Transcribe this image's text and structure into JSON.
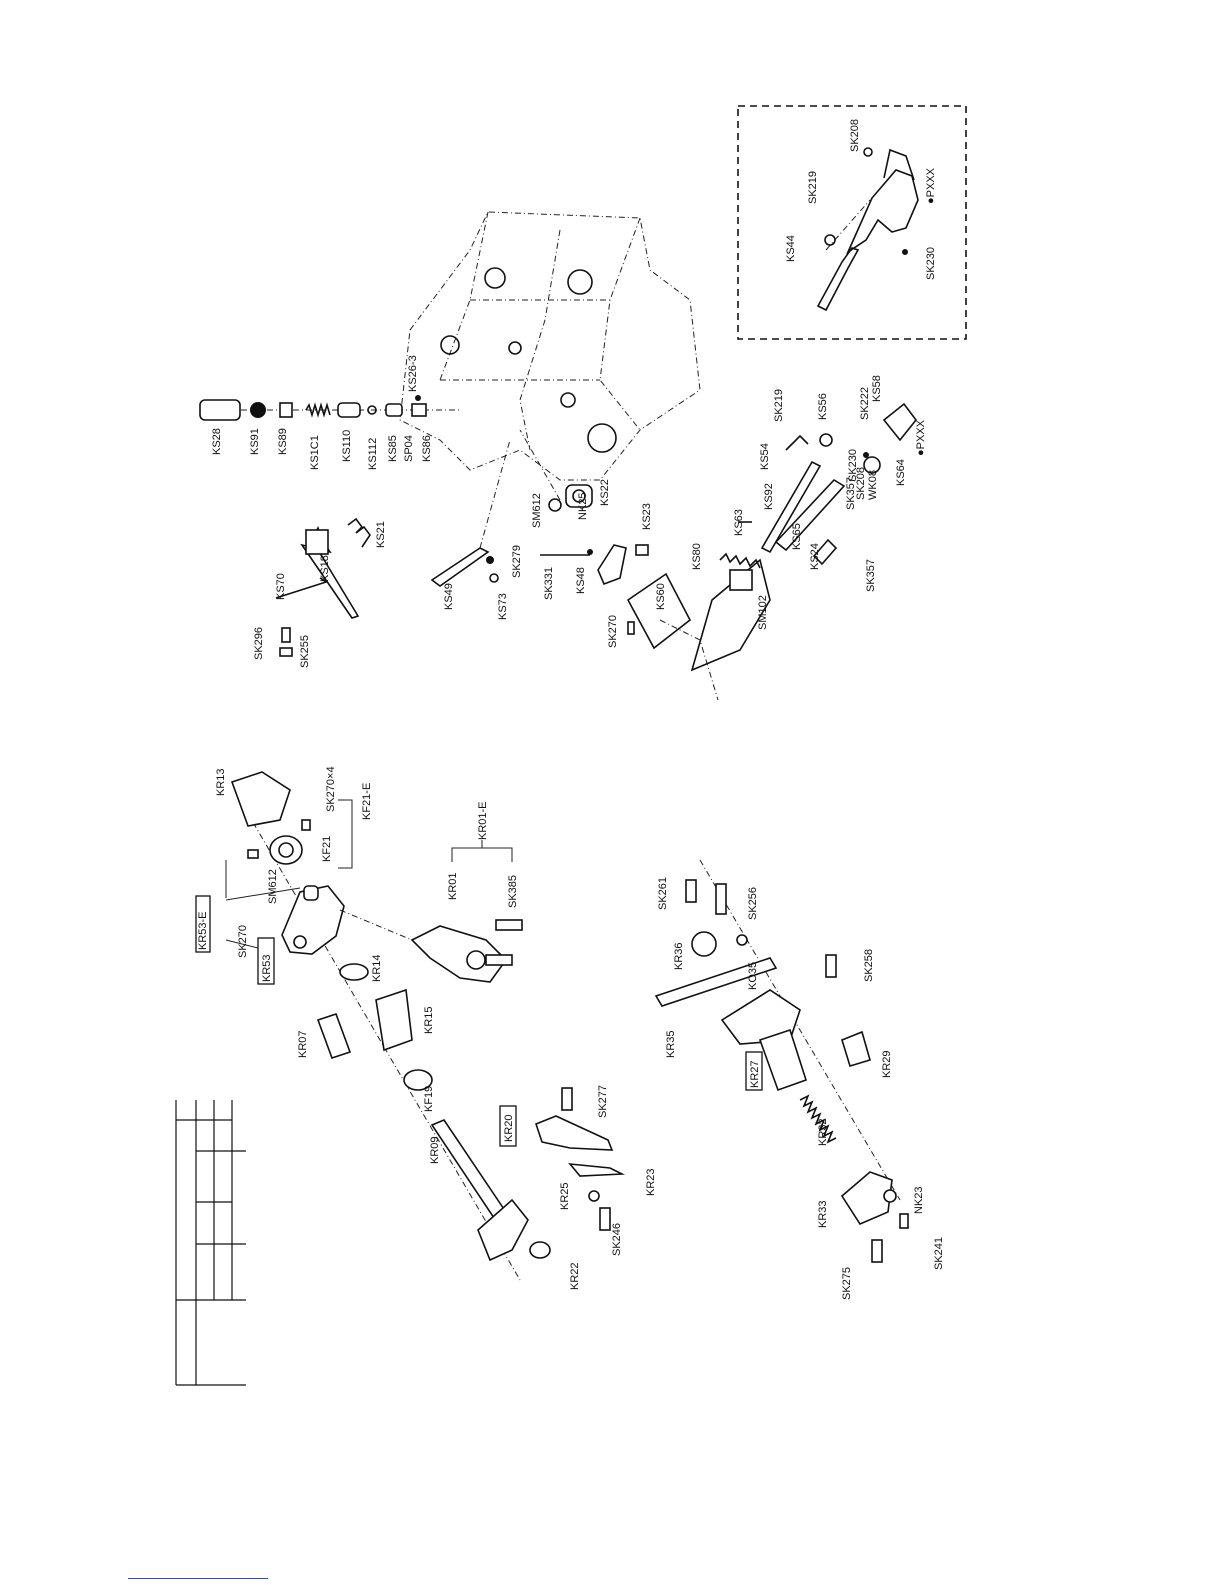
{
  "parts": [
    {
      "id": "ks28",
      "label": "KS28"
    },
    {
      "id": "ks91",
      "label": "KS91"
    },
    {
      "id": "ks89",
      "label": "KS89"
    },
    {
      "id": "ks101",
      "label": "KS1C1"
    },
    {
      "id": "ks110",
      "label": "KS110"
    },
    {
      "id": "ks112",
      "label": "KS112"
    },
    {
      "id": "ks85",
      "label": "KS85"
    },
    {
      "id": "sp04",
      "label": "SP04"
    },
    {
      "id": "ks86",
      "label": "KS86"
    },
    {
      "id": "ks26-3",
      "label": "KS26-3"
    },
    {
      "id": "ks21",
      "label": "KS21"
    },
    {
      "id": "ks18",
      "label": "KS18"
    },
    {
      "id": "ks70",
      "label": "KS70"
    },
    {
      "id": "sk296",
      "label": "SK296"
    },
    {
      "id": "sk255",
      "label": "SK255"
    },
    {
      "id": "ks49",
      "label": "KS49"
    },
    {
      "id": "ks73",
      "label": "KS73"
    },
    {
      "id": "sk279",
      "label": "SK279"
    },
    {
      "id": "sm612-upper",
      "label": "SM612"
    },
    {
      "id": "nk25",
      "label": "NK25"
    },
    {
      "id": "ks22",
      "label": "KS22"
    },
    {
      "id": "sk331",
      "label": "SK331"
    },
    {
      "id": "ks48",
      "label": "KS48"
    },
    {
      "id": "ks23",
      "label": "KS23"
    },
    {
      "id": "sk270-upper",
      "label": "SK270"
    },
    {
      "id": "ks60",
      "label": "KS60"
    },
    {
      "id": "ks80",
      "label": "KS80"
    },
    {
      "id": "ks63",
      "label": "KS63"
    },
    {
      "id": "sm102",
      "label": "SM102"
    },
    {
      "id": "ks92",
      "label": "KS92"
    },
    {
      "id": "ks65",
      "label": "KS65"
    },
    {
      "id": "ks24",
      "label": "KS24"
    },
    {
      "id": "sk357-a",
      "label": "SK357"
    },
    {
      "id": "sk357-b",
      "label": "SK357"
    },
    {
      "id": "ks54",
      "label": "KS54"
    },
    {
      "id": "sk219",
      "label": "SK219"
    },
    {
      "id": "ks56",
      "label": "KS56"
    },
    {
      "id": "sk230",
      "label": "SK230"
    },
    {
      "id": "sk208",
      "label": "SK208"
    },
    {
      "id": "wk08",
      "label": "WK08"
    },
    {
      "id": "ks64",
      "label": "KS64"
    },
    {
      "id": "sk222",
      "label": "SK222"
    },
    {
      "id": "ks58",
      "label": "KS58"
    },
    {
      "id": "pxxx",
      "label": "●PXXX"
    },
    {
      "id": "inset-sk208",
      "label": "SK208"
    },
    {
      "id": "inset-sk219",
      "label": "SK219"
    },
    {
      "id": "inset-ks44",
      "label": "KS44"
    },
    {
      "id": "inset-pxxx",
      "label": "●PXXX"
    },
    {
      "id": "inset-sk230",
      "label": "SK230"
    },
    {
      "id": "kr13",
      "label": "KR13"
    },
    {
      "id": "sk270x4",
      "label": "SK270×4"
    },
    {
      "id": "kf21",
      "label": "KF21"
    },
    {
      "id": "kf21-e",
      "label": "KF21-E"
    },
    {
      "id": "sm612-lower",
      "label": "SM612"
    },
    {
      "id": "sk270-lower",
      "label": "SK270"
    },
    {
      "id": "kr53",
      "label": "KR53"
    },
    {
      "id": "kr53-e",
      "label": "KR53-E"
    },
    {
      "id": "kr01",
      "label": "KR01"
    },
    {
      "id": "kr01-e",
      "label": "KR01-E"
    },
    {
      "id": "sk385",
      "label": "SK385"
    },
    {
      "id": "kr14",
      "label": "KR14"
    },
    {
      "id": "kr07",
      "label": "KR07"
    },
    {
      "id": "kr15",
      "label": "KR15"
    },
    {
      "id": "kf19",
      "label": "KF19"
    },
    {
      "id": "kr09",
      "label": "KR09"
    },
    {
      "id": "kr22",
      "label": "KR22"
    },
    {
      "id": "kr20",
      "label": "KR20"
    },
    {
      "id": "sk277",
      "label": "SK277"
    },
    {
      "id": "kr25",
      "label": "KR25"
    },
    {
      "id": "kr23",
      "label": "KR23"
    },
    {
      "id": "sk246",
      "label": "SK246"
    },
    {
      "id": "sk261",
      "label": "SK261"
    },
    {
      "id": "sk256",
      "label": "SK256"
    },
    {
      "id": "kr36",
      "label": "KR36"
    },
    {
      "id": "ko35",
      "label": "KO35"
    },
    {
      "id": "sk258",
      "label": "SK258"
    },
    {
      "id": "kr35",
      "label": "KR35"
    },
    {
      "id": "kr27",
      "label": "KR27"
    },
    {
      "id": "kr29",
      "label": "KR29"
    },
    {
      "id": "kr32",
      "label": "KR32"
    },
    {
      "id": "kr33",
      "label": "KR33"
    },
    {
      "id": "nk23",
      "label": "NK23"
    },
    {
      "id": "sk275",
      "label": "SK275"
    },
    {
      "id": "sk241",
      "label": "SK241"
    }
  ]
}
